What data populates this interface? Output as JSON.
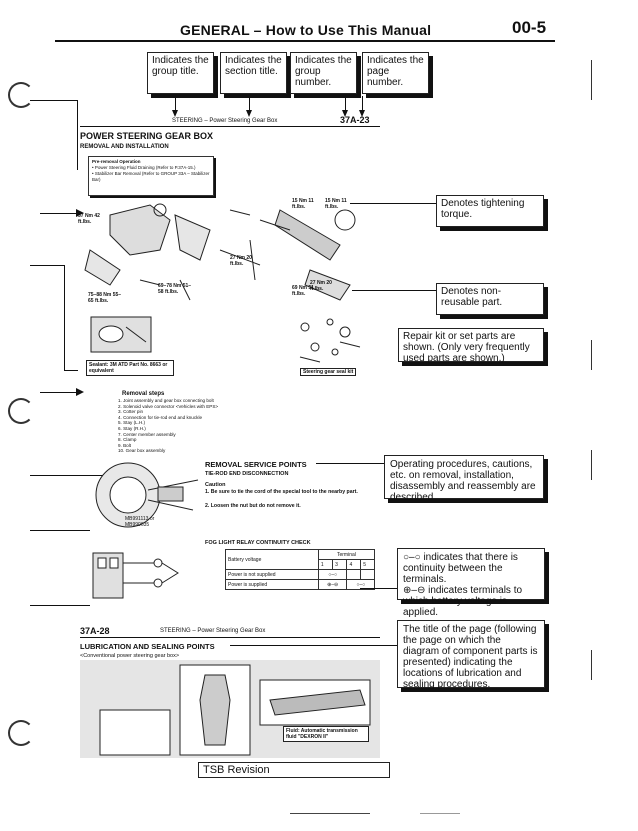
{
  "header": {
    "title": "GENERAL – How to Use This Manual",
    "page_number": "00-5"
  },
  "top_callouts": [
    {
      "text": "Indicates the group title."
    },
    {
      "text": "Indicates the section title."
    },
    {
      "text": "Indicates the group number."
    },
    {
      "text": "Indicates the page number."
    }
  ],
  "sample_page": {
    "header_line": "STEERING – Power Steering Gear Box",
    "header_page": "37A-23",
    "main_title": "POWER STEERING GEAR BOX",
    "subtitle": "REMOVAL AND INSTALLATION",
    "pre_removal": [
      "Pre-removal Operation",
      "• Power Steering Fluid Draining (Refer to P.37A-15.)",
      "• Stabilizer Bar Removal (Refer to GROUP 33A – Stabilizer Bar)"
    ],
    "torque_labels": [
      "57 Nm 42 ft.lbs.",
      "15 Nm 11 ft.lbs.",
      "15 Nm 11 ft.lbs.",
      "27 Nm 20 ft.lbs.",
      "69–78 Nm 51–58 ft.lbs.",
      "69 Nm 51 ft.lbs.",
      "27 Nm 20 ft.lbs.",
      "75–88 Nm 55–65 ft.lbs."
    ],
    "sealant_note": "Sealant: 3M ATD Part No. 8663 or equivalent",
    "seal_kit_label": "Steering gear seal kit",
    "removal_steps_title": "Removal steps",
    "removal_steps": [
      "1. Joint assembly and gear box connecting bolt",
      "2. Solenoid valve connector <Vehicles with EPS>",
      "3. Cotter pin",
      "4. Connection for tie-rod end and knuckle",
      "5. Stay (L.H.)",
      "6. Stay (R.H.)",
      "7. Center member assembly",
      "8. Clamp",
      "9. Bolt",
      "10. Gear box assembly"
    ],
    "service_points_title": "REMOVAL SERVICE POINTS",
    "service_sub": "TIE-ROD END DISCONNECTION",
    "caution_title": "Caution",
    "caution_items": [
      "1. Be sure to tie the cord of the special tool to the nearby part.",
      "2. Loosen the nut but do not remove it."
    ],
    "tool_refs": [
      "MB991113 or",
      "MB990635"
    ],
    "relay_title": "FOG LIGHT RELAY CONTINUITY CHECK",
    "relay_table": {
      "col_header": "Terminal",
      "battery_header": "Battery voltage",
      "terminals": [
        "1",
        "3",
        "4",
        "5"
      ],
      "rows": [
        "Power is not supplied",
        "Power is supplied"
      ]
    },
    "lower_header_page": "37A-28",
    "lower_header_line": "STEERING – Power Steering Gear Box",
    "lubrication_title": "LUBRICATION AND SEALING POINTS",
    "lubrication_sub": "<Conventional power steering gear box>",
    "fluid_label": "Fluid: Automatic transmission fluid \"DEXRON II\""
  },
  "right_callouts": [
    {
      "text": "Denotes tightening torque."
    },
    {
      "text": "Denotes non-reusable part."
    },
    {
      "text": "Repair kit or set parts are shown. (Only very frequently used parts are shown.)"
    },
    {
      "text": "Operating procedures, cautions, etc. on removal, installation, disassembly and reassembly are described."
    },
    {
      "text": "indicates that there is continuity between the terminals."
    },
    {
      "text": "indicates terminals to which battery voltage is applied."
    },
    {
      "text": "The title of the page (following the page on which the diagram of component parts is presented) indicating the locations of lubrication and sealing procedures."
    }
  ],
  "continuity_symbol": "○–○",
  "battery_symbol": "⊕–⊖",
  "tsb_box": "TSB Revision"
}
